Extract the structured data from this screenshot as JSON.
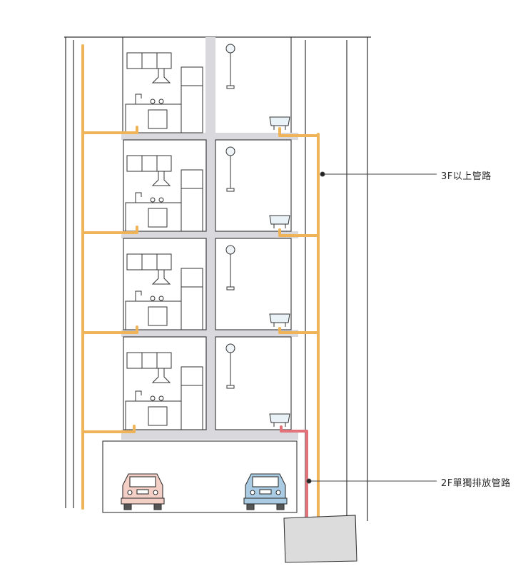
{
  "labels": {
    "upper": "3F以上管路",
    "second": "2F單獨排放管路"
  },
  "colors": {
    "shared_drain_pipe": "#f0b458",
    "independent_drain_pipe": "#e2717a",
    "structure": "#d8d8dc",
    "line": "#333333",
    "car_left": "#f4cfc6",
    "car_right": "#a9cbe3",
    "tank": "#dcdcdc"
  },
  "floors": [
    {
      "rooms": [
        "kitchen",
        "bathroom"
      ]
    },
    {
      "rooms": [
        "kitchen",
        "bathroom"
      ]
    },
    {
      "rooms": [
        "kitchen",
        "bathroom"
      ]
    },
    {
      "rooms": [
        "kitchen",
        "bathroom"
      ]
    }
  ],
  "garage": {
    "vehicles": [
      "car",
      "car"
    ]
  }
}
